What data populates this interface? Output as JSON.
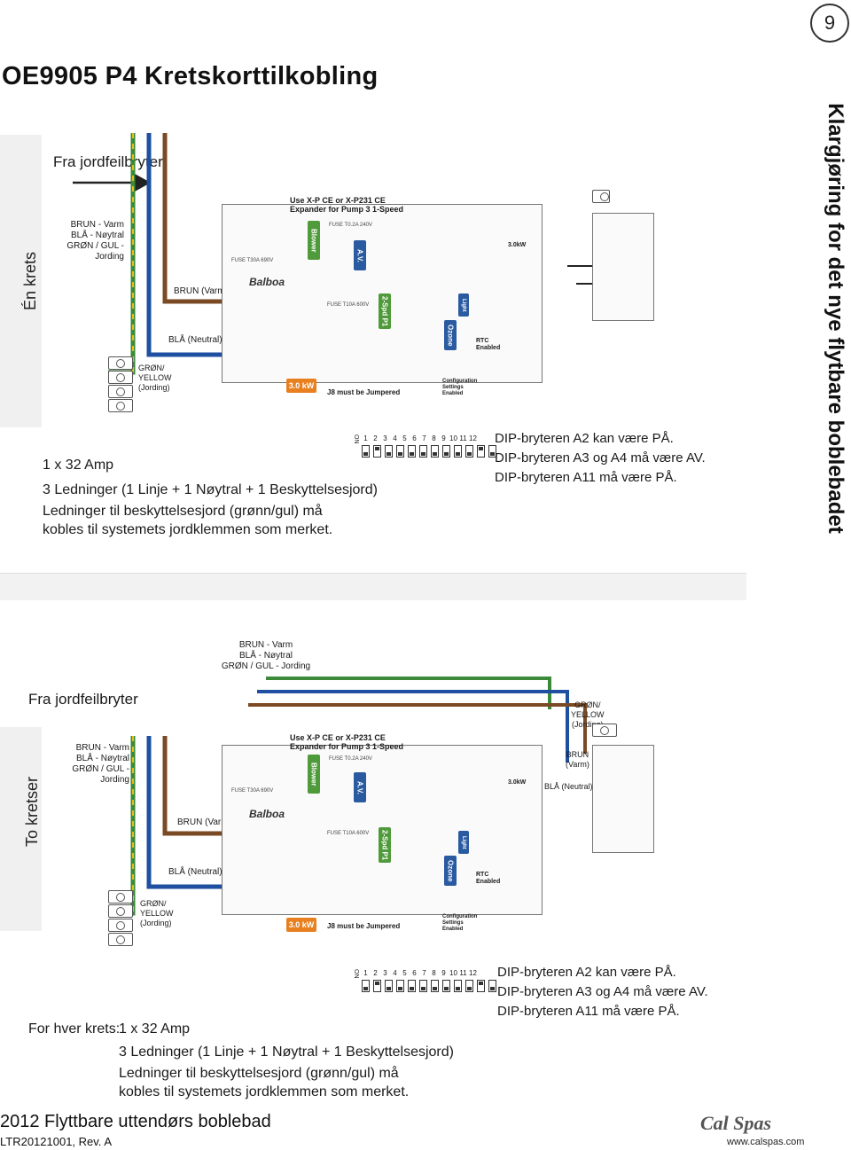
{
  "page_number": "9",
  "title": "OE9905 P4 Kretskorttilkobling",
  "side_heading": "Klargjøring for det nye flytbare boblebadet",
  "section1": {
    "circuit_label": "Én krets",
    "from_gfci": "Fra jordfeilbryter",
    "wire_legend": [
      "BRUN - Varm",
      "BLÅ - Nøytral",
      "GRØN / GUL - Jording"
    ],
    "brown_label": "BRUN (Varm)",
    "blue_label": "BLÅ (Neutral)",
    "ground_label": [
      "GRØN/",
      "YELLOW",
      "(Jording)"
    ],
    "amp": "1 x 32 Amp",
    "wires_desc": "3 Ledninger (1 Linje + 1 Nøytral + 1 Beskyttelsesjord)",
    "ground_note": [
      "Ledninger til beskyttelsesjord (grønn/gul) må",
      "kobles til systemets jordklemmen som merket."
    ],
    "dip_notes": [
      "DIP-bryteren A2 kan være PÅ.",
      "DIP-bryteren A3 og A4 må være AV.",
      "DIP-bryteren A11 må være PÅ."
    ]
  },
  "section2": {
    "circuit_label": "To kretser",
    "from_gfci": "Fra jordfeilbryter",
    "top_legend": [
      "BRUN - Varm",
      "BLÅ - Nøytral",
      "GRØN / GUL - Jording"
    ],
    "wire_legend": [
      "BRUN - Varm",
      "BLÅ - Nøytral",
      "GRØN / GUL - Jording"
    ],
    "brown_label": "BRUN (Varm)",
    "blue_label": "BLÅ (Neutral)",
    "ground_label": [
      "GRØN/",
      "YELLOW",
      "(Jording)"
    ],
    "right_ground": [
      "GRØN/",
      "YELLOW",
      "(Jording)"
    ],
    "right_brown": [
      "BRUN",
      "(Varm)"
    ],
    "right_blue": "BLÅ (Neutral)",
    "per_circuit": "For hver krets:",
    "amp": "1 x 32 Amp",
    "wires_desc": "3 Ledninger (1 Linje + 1 Nøytral + 1 Beskyttelsesjord)",
    "ground_note": [
      "Ledninger til beskyttelsesjord (grønn/gul) må",
      "kobles til systemets jordklemmen som merket."
    ],
    "dip_notes": [
      "DIP-bryteren A2 kan være PÅ.",
      "DIP-bryteren A3 og A4 må være AV.",
      "DIP-bryteren A11 må være PÅ."
    ]
  },
  "board": {
    "expander_note": [
      "Use X-P CE or X-P231 CE",
      "Expander for Pump 3 1-Speed"
    ],
    "heater_kw": "3.0 kW",
    "jumper_note": "J8 must be Jumpered",
    "blower": "Blower",
    "av": "A.V.",
    "pump": "2-Spd P1",
    "ozone": "Ozone",
    "light": "Light",
    "rtc": [
      "RTC",
      "Enabled"
    ],
    "settings": [
      "Configuration",
      "Settings",
      "Enabled"
    ],
    "right_kw": "3.0kW",
    "brand": "Balboa",
    "fuse1": "FUSE T30A 690V",
    "fuse2": "FUSE T0.2A 240V",
    "fuse3": "FUSE T10A 600V"
  },
  "dip_switch": {
    "on_label": "ON",
    "numbers": [
      "1",
      "2",
      "3",
      "4",
      "5",
      "6",
      "7",
      "8",
      "9",
      "10",
      "11",
      "12"
    ],
    "states": [
      "off",
      "on",
      "off",
      "off",
      "off",
      "off",
      "off",
      "off",
      "off",
      "off",
      "on",
      "off"
    ]
  },
  "footer": {
    "title": "2012 Flyttbare uttendørs boblebad",
    "rev": "LTR20121001, Rev. A",
    "logo": "Cal Spas",
    "url": "www.calspas.com"
  },
  "colors": {
    "brown_wire": "#7a4a25",
    "blue_wire": "#1f4fa0",
    "green_wire": "#3a8a3a",
    "heater_orange": "#e8801f",
    "chip_green": "#4f9a3a",
    "chip_blue": "#2a5aa0"
  }
}
